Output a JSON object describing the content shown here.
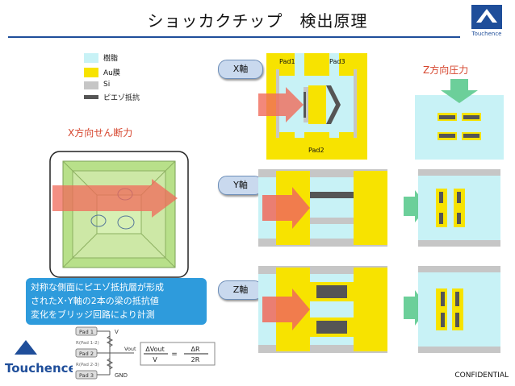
{
  "title": "ショッカクチップ　検出原理",
  "legend": [
    {
      "label": "樹脂",
      "color": "#c8f2f6"
    },
    {
      "label": "Au膜",
      "color": "#f7e300"
    },
    {
      "label": "Si",
      "color": "#c6c6c6"
    },
    {
      "label": "ピエゾ抵抗",
      "color": "#555555"
    }
  ],
  "x_force_title": "X方向せん断力",
  "z_pressure_title": "Z方向圧力",
  "axes": {
    "x": "X軸",
    "y": "Y軸",
    "z": "Z軸"
  },
  "pads": {
    "pad1": "Pad1",
    "pad2": "Pad2",
    "pad3": "Pad3"
  },
  "note_lines": [
    "対称な側面にピエゾ抵抗層が形成",
    "されたX･Y軸の2本の梁の抵抗値",
    "変化をブリッジ回路により計測"
  ],
  "circuit": {
    "pad1": "Pad 1",
    "pad2": "Pad 2",
    "pad3": "Pad 3",
    "r12": "R(Pad 1-2)",
    "r23": "R(Pad 2-3)",
    "v": "V",
    "vout": "Vout",
    "gnd": "GND",
    "formula_lhs_num": "ΔVout",
    "formula_lhs_den": "V",
    "formula_eq": "=",
    "formula_rhs_num": "ΔR",
    "formula_rhs_den": "2R"
  },
  "logo_text": "Touchence",
  "top_logo_text": "Touchence",
  "confidential": "CONFIDENTIAL",
  "colors": {
    "resin": "#c8f2f6",
    "gold": "#f7e300",
    "si": "#c6c6c6",
    "piezo": "#555555",
    "arrow_red": "#f06a5a",
    "arrow_green": "#6ccf9a",
    "title_red": "#d6452d",
    "note_blue": "#2e9bdc"
  }
}
